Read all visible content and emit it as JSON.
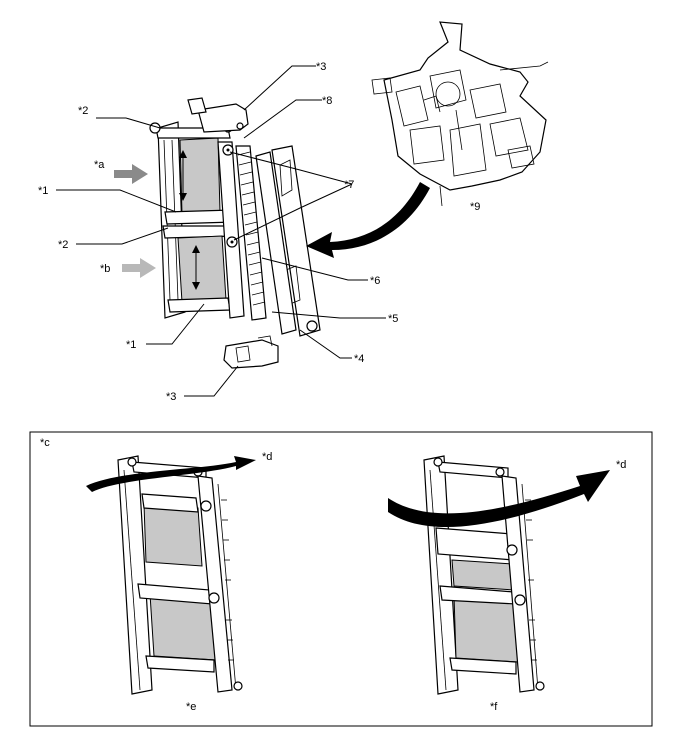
{
  "labels": {
    "l1a": "*1",
    "l1b": "*1",
    "l2a": "*2",
    "l2b": "*2",
    "l3a": "*3",
    "l3b": "*3",
    "l4": "*4",
    "l5": "*5",
    "l6": "*6",
    "l7": "*7",
    "l8": "*8",
    "l9": "*9",
    "la": "*a",
    "lb": "*b",
    "lc": "*c",
    "ld1": "*d",
    "ld2": "*d",
    "le": "*e",
    "lf": "*f"
  },
  "colors": {
    "arrow_dark": "#8a8a8a",
    "arrow_light": "#b8b8b8",
    "film": "#c8c8c8",
    "line": "#000000"
  }
}
